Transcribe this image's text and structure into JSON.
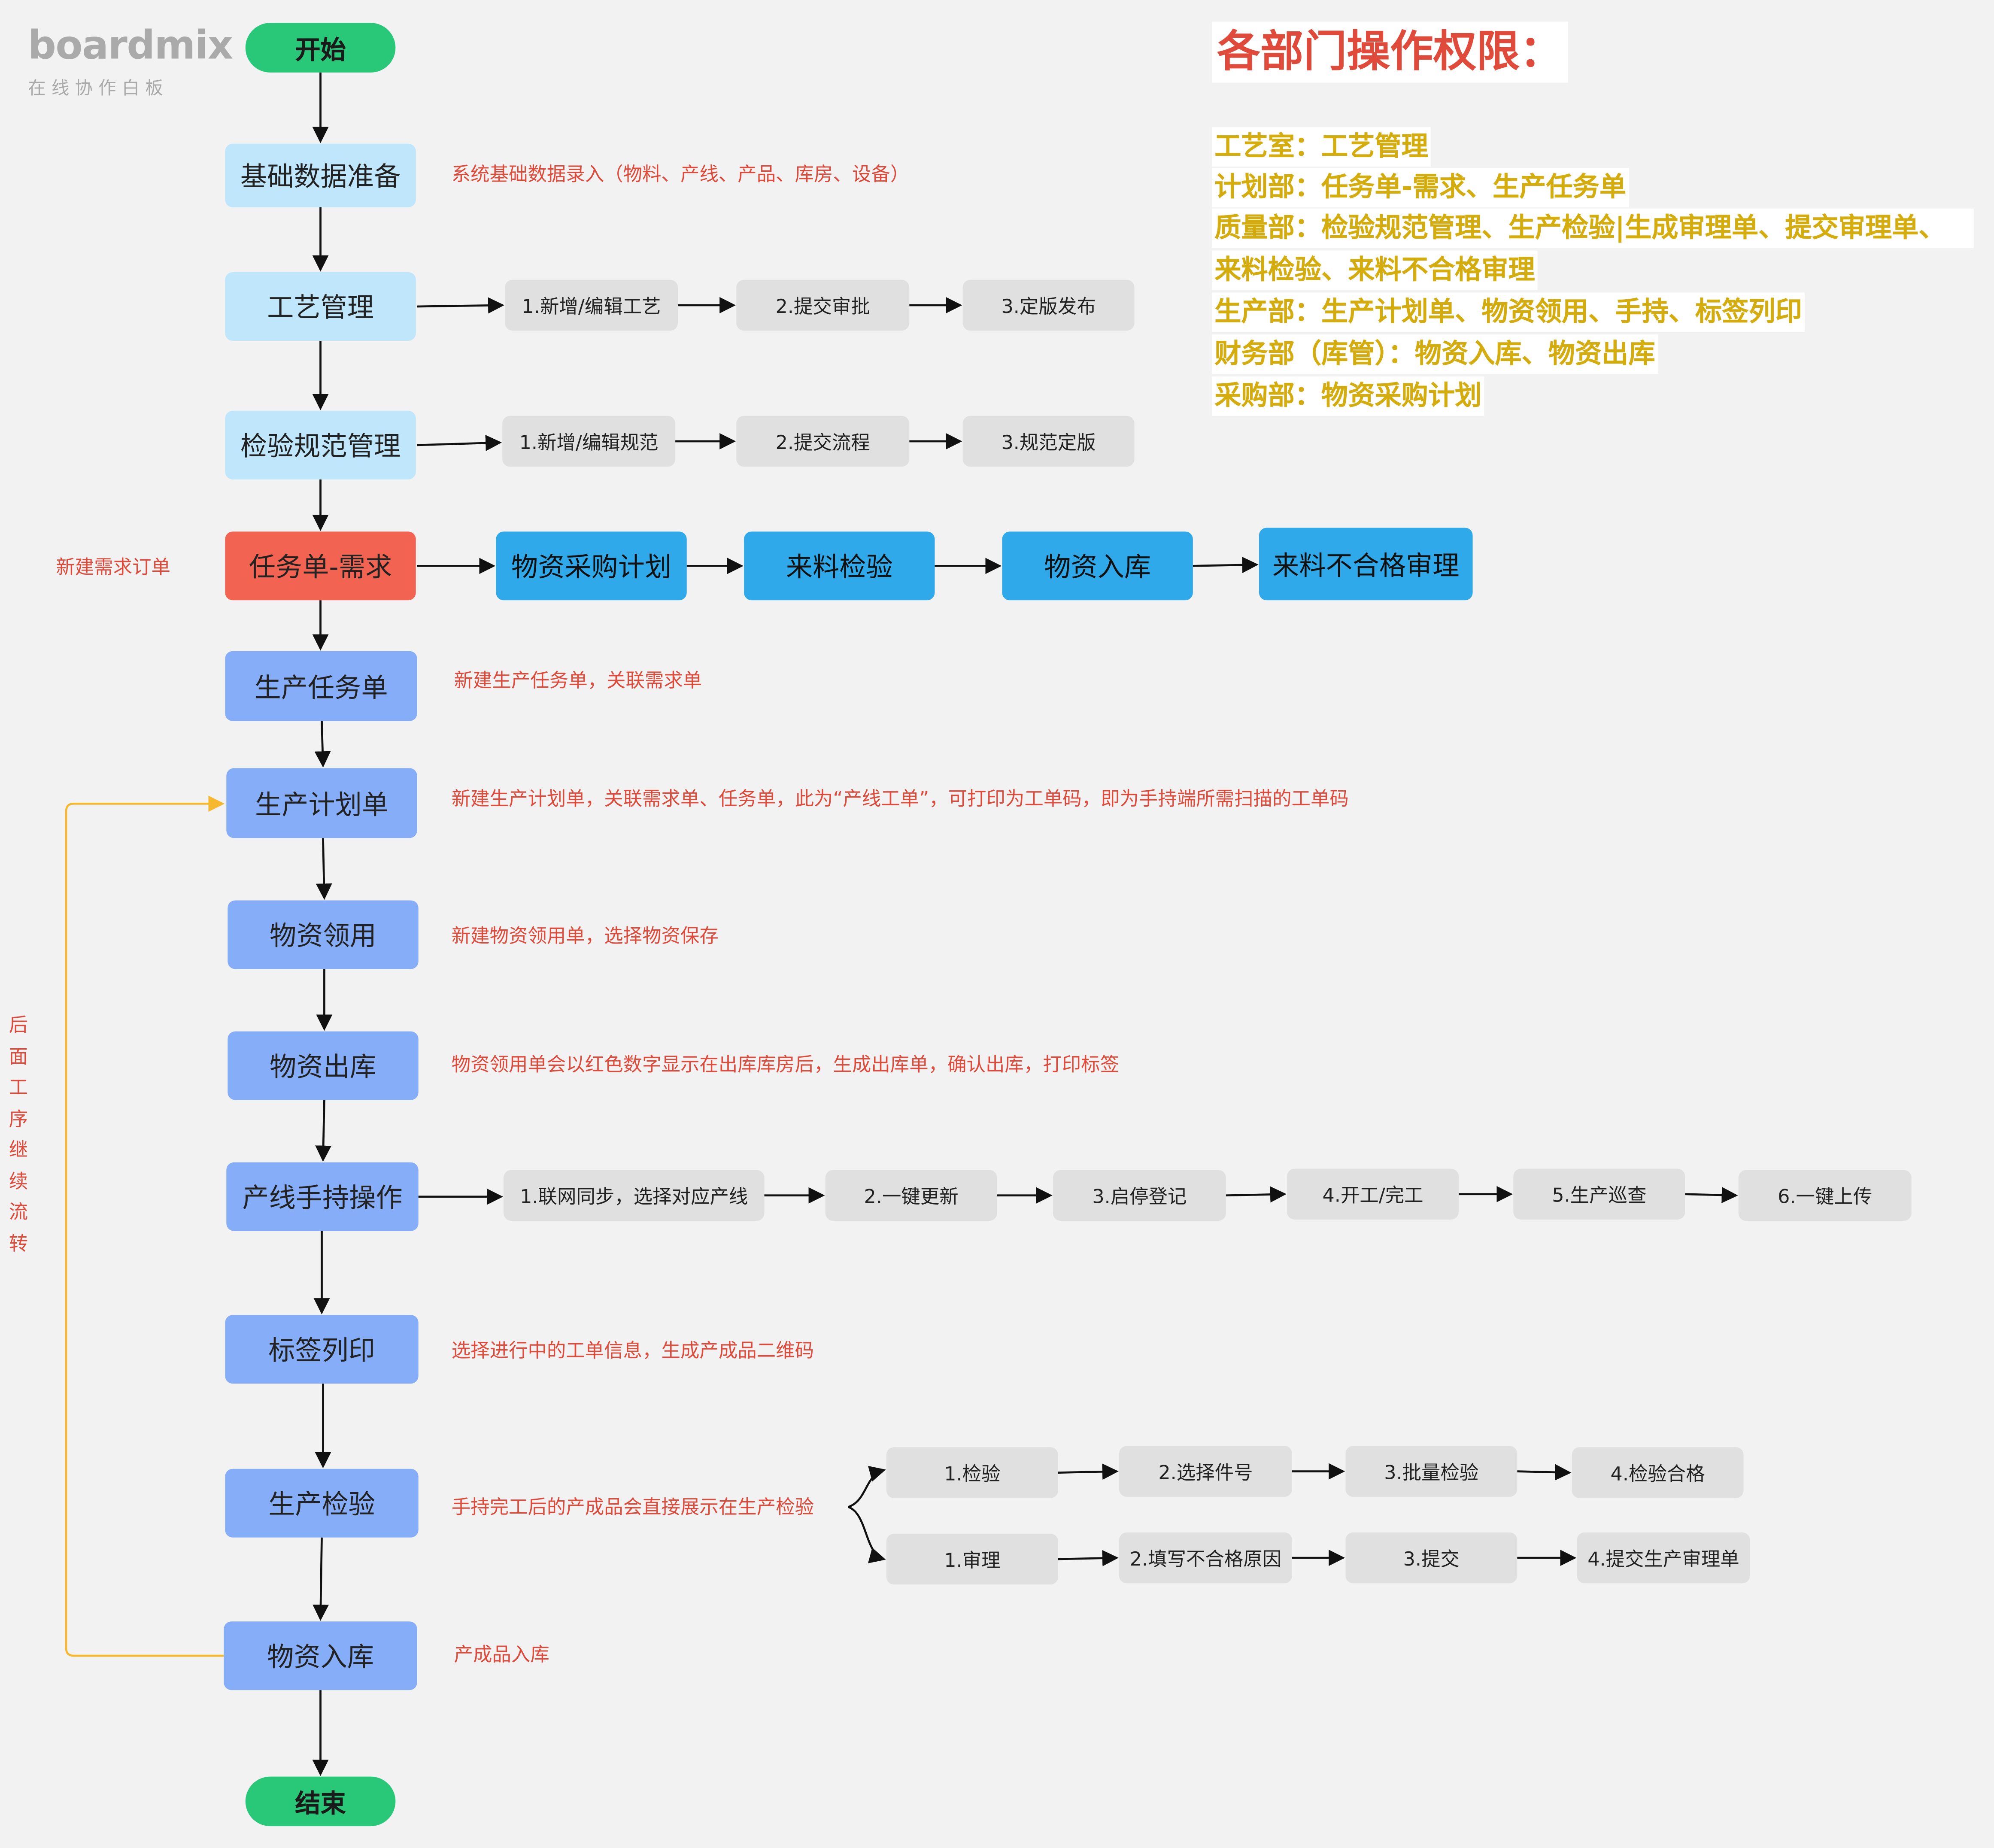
{
  "logo": {
    "brand": "boardmix",
    "subtitle": "在 线 协 作 白 板"
  },
  "start": "开始",
  "end": "结束",
  "main": {
    "basic": "基础数据准备",
    "craft": "工艺管理",
    "inspect_spec": "检验规范管理",
    "task_demand": "任务单-需求",
    "prod_task": "生产任务单",
    "prod_plan": "生产计划单",
    "material_use": "物资领用",
    "material_out": "物资出库",
    "handheld": "产线手持操作",
    "label_print": "标签列印",
    "prod_inspect": "生产检验",
    "material_in": "物资入库"
  },
  "notes": {
    "basic": "系统基础数据录入（物料、产线、产品、库房、设备）",
    "task_demand": "新建需求订单",
    "prod_task": "新建生产任务单，关联需求单",
    "prod_plan": "新建生产计划单，关联需求单、任务单，此为“产线工单”，可打印为工单码，即为手持端所需扫描的工单码",
    "material_use": "新建物资领用单，选择物资保存",
    "material_out": "物资领用单会以红色数字显示在出库库房后，生成出库单，确认出库，打印标签",
    "label_print": "选择进行中的工单信息，生成产成品二维码",
    "prod_inspect": "手持完工后的产成品会直接展示在生产检验",
    "material_in": "产成品入库",
    "loop": "后面工序继续流转"
  },
  "craft_steps": [
    "1.新增/编辑工艺",
    "2.提交审批",
    "3.定版发布"
  ],
  "spec_steps": [
    "1.新增/编辑规范",
    "2.提交流程",
    "3.规范定版"
  ],
  "demand_flow": [
    "物资采购计划",
    "来料检验",
    "物资入库",
    "来料不合格审理"
  ],
  "handheld_steps": [
    "1.联网同步，选择对应产线",
    "2.一键更新",
    "3.启停登记",
    "4.开工/完工",
    "5.生产巡查",
    "6.一键上传"
  ],
  "inspect_pass_steps": [
    "1.检验",
    "2.选择件号",
    "3.批量检验",
    "4.检验合格"
  ],
  "inspect_fail_steps": [
    "1.审理",
    "2.填写不合格原因",
    "3.提交",
    "4.提交生产审理单"
  ],
  "permissions": {
    "title": "各部门操作权限：",
    "lines": [
      "工艺室：工艺管理",
      "计划部：任务单-需求、生产任务单",
      "质量部：检验规范管理、生产检验|生成审理单、提交审理单、",
      "来料检验、来料不合格审理",
      "生产部：生产计划单、物资领用、手持、标签列印",
      "财务部（库管）：物资入库、物资出库",
      "采购部：物资采购计划"
    ]
  },
  "colors": {
    "start_end": "#28c878",
    "light_blue": "#bfe6fa",
    "periwinkle": "#86adf7",
    "blue": "#2fa9ea",
    "red": "#f26451",
    "step_gray": "#e0e0e0",
    "note_red": "#e04a3a",
    "permission_yellow": "#d4ac0d",
    "loop_line": "#f5b82e"
  }
}
